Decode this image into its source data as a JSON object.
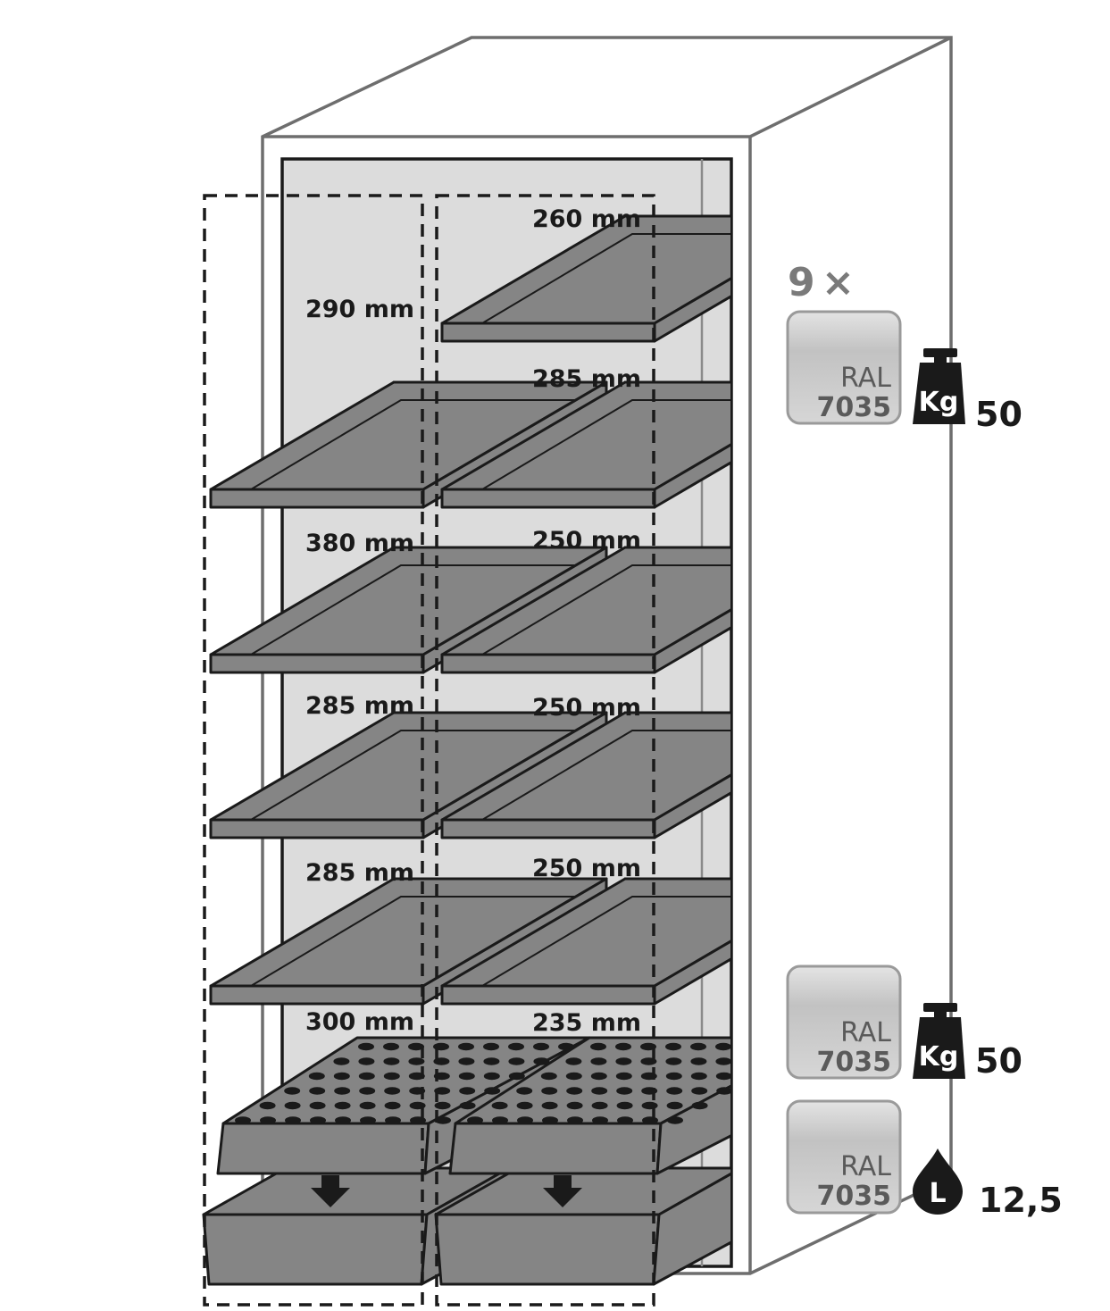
{
  "dimensions": {
    "left": [
      "290 mm",
      "380 mm",
      "285 mm",
      "285 mm",
      "300 mm"
    ],
    "right": [
      "260 mm",
      "285 mm",
      "250 mm",
      "250 mm",
      "250 mm",
      "235 mm"
    ]
  },
  "legend": {
    "multiplier_count": "9",
    "multiplier_sign": "×",
    "swatches": [
      {
        "line1": "RAL",
        "line2": "7035",
        "icon": "weight-kg-icon",
        "icon_text": "Kg",
        "value": "50"
      },
      {
        "line1": "RAL",
        "line2": "7035",
        "icon": "weight-kg-icon",
        "icon_text": "Kg",
        "value": "50"
      },
      {
        "line1": "RAL",
        "line2": "7035",
        "icon": "liquid-drop-icon",
        "icon_text": "L",
        "value": "12,5"
      }
    ]
  },
  "colors": {
    "shelf": "#858585",
    "cabinet_interior": "#dcdcdc",
    "outline": "#1a1a1a",
    "frame": "#6e6e6e",
    "swatch_light": "#e0e0e0",
    "swatch_dark": "#bdbdbd"
  }
}
